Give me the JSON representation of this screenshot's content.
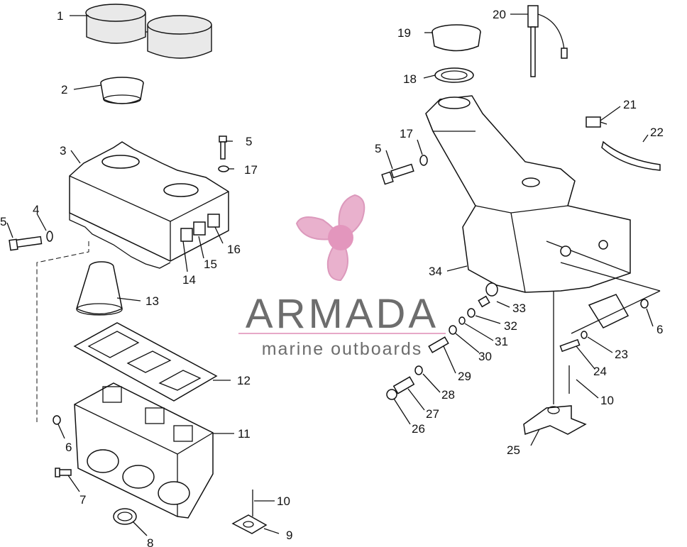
{
  "callouts": {
    "c1": "1",
    "c2": "2",
    "c3": "3",
    "c4": "4",
    "c5a": "5",
    "c5b": "5",
    "c5c": "5",
    "c6a": "6",
    "c6b": "6",
    "c7": "7",
    "c8": "8",
    "c9": "9",
    "c10a": "10",
    "c10b": "10",
    "c11": "11",
    "c12": "12",
    "c13": "13",
    "c14": "14",
    "c15": "15",
    "c16": "16",
    "c17a": "17",
    "c17b": "17",
    "c18": "18",
    "c19": "19",
    "c20": "20",
    "c21": "21",
    "c22": "22",
    "c23": "23",
    "c24": "24",
    "c25": "25",
    "c26": "26",
    "c27": "27",
    "c28": "28",
    "c29": "29",
    "c30": "30",
    "c31": "31",
    "c32": "32",
    "c33": "33",
    "c34": "34"
  },
  "watermark": {
    "brand": "ARMADA",
    "tagline": "marine outboards",
    "logo_color": "#e7a9c8",
    "text_color": "#6d6d6d"
  }
}
